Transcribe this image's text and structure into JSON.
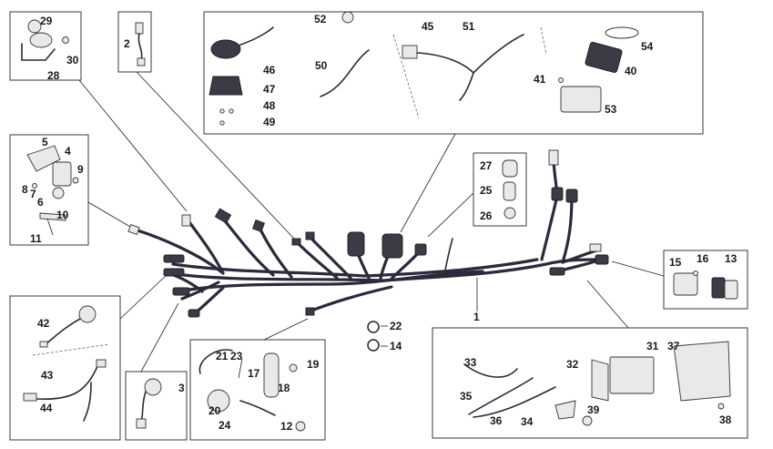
{
  "callouts": {
    "n1": "1",
    "n2": "2",
    "n3": "3",
    "n4": "4",
    "n5": "5",
    "n6": "6",
    "n7": "7",
    "n8": "8",
    "n9": "9",
    "n10": "10",
    "n11": "11",
    "n12": "12",
    "n13": "13",
    "n14": "14",
    "n15": "15",
    "n16": "16",
    "n17": "17",
    "n18": "18",
    "n19": "19",
    "n20": "20",
    "n21": "21",
    "n22": "22",
    "n23": "23",
    "n24": "24",
    "n25": "25",
    "n26": "26",
    "n27": "27",
    "n28": "28",
    "n29": "29",
    "n30": "30",
    "n31": "31",
    "n32": "32",
    "n33": "33",
    "n34": "34",
    "n35": "35",
    "n36": "36",
    "n37": "37",
    "n38": "38",
    "n39": "39",
    "n40": "40",
    "n41": "41",
    "n42": "42",
    "n43": "43",
    "n44": "44",
    "n45": "45",
    "n46": "46",
    "n47": "47",
    "n48": "48",
    "n49": "49",
    "n50": "50",
    "n51": "51",
    "n52": "52",
    "n53": "53",
    "n54": "54"
  },
  "colors": {
    "wire": "#2a2a3a",
    "connector_light": "#e9e9e9",
    "connector_dark": "#3b3b45",
    "outline": "#333333"
  }
}
